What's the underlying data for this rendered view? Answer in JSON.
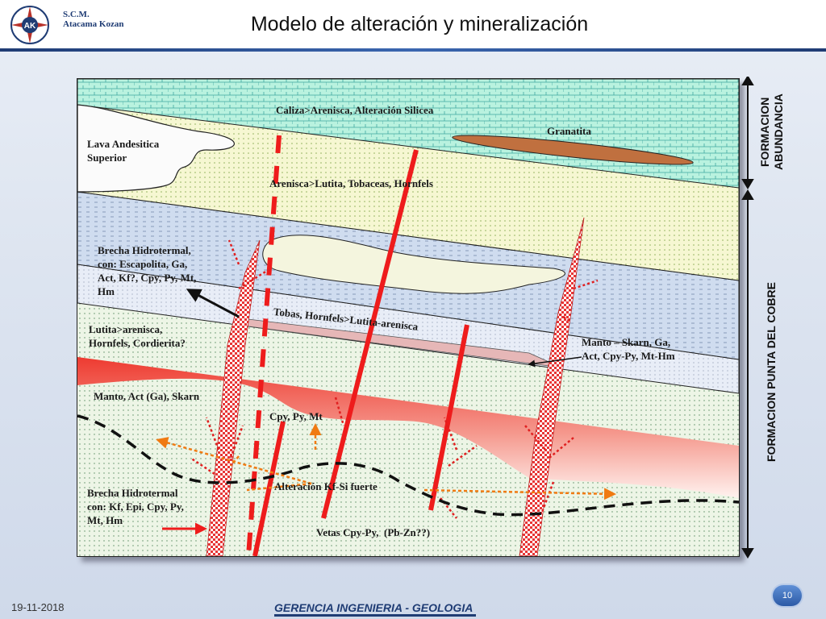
{
  "header": {
    "org_line1": "S.C.M.",
    "org_line2": "Atacama Kozan",
    "logo_initials": "AK",
    "title": "Modelo de alteración y mineralización"
  },
  "diagram": {
    "labels": {
      "caliza": "Caliza>Arenisca, Alteración Silicea",
      "granatita": "Granatita",
      "lava": "Lava Andesitica\nSuperior",
      "arenisca": "Arenisca>Lutita, Tobaceas, Hornfels",
      "brecha_top": "Brecha Hidrotermal,\ncon: Escapolita, Ga,\nAct, Kf?, Cpy, Py, Mt,\nHm",
      "tobas": "Tobas, Hornfels>Lutita-arenisca",
      "lutita": "Lutita>arenisca,\nHornfels, Cordierita?",
      "manto_skarn": "Manto – Skarn, Ga,\nAct, Cpy-Py, Mt-Hm",
      "manto_act": "Manto, Act (Ga), Skarn",
      "cpy": "Cpy, Py, Mt",
      "alteracion": "Alteración Kf-Si fuerte",
      "brecha_bottom": "Brecha Hidrotermal\ncon: Kf, Epi, Cpy, Py,\nMt, Hm",
      "vetas": "Vetas Cpy-Py,  (Pb-Zn??)"
    },
    "side": {
      "formacion_abundancia": "FORMACION\nABUNDANCIA",
      "formacion_punta": "FORMACION PUNTA DEL COBRE"
    },
    "colors": {
      "caliza": "#b9f2df",
      "arenisca": "#f6f7d2",
      "tobas": "#cfdcef",
      "lutita": "#e8edf7",
      "manto_red": "#f0483b",
      "vein_red": "#ee1c1c",
      "granatita": "#c0703f",
      "orange_arrow": "#f07a12"
    }
  },
  "footer": {
    "date": "19-11-2018",
    "department": "GERENCIA INGENIERIA - GEOLOGIA",
    "page_number": "10"
  }
}
